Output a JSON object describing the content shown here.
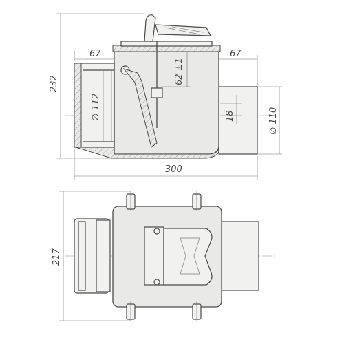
{
  "dimensions": {
    "top_left_width": "67",
    "top_right_width": "67",
    "flap_offset": "62 ±1",
    "inlet_diameter": "∅ 112",
    "outlet_diameter": "∅ 110",
    "step_height": "18",
    "total_height": "232",
    "total_length": "300",
    "plan_width": "217"
  },
  "colors": {
    "body_fill": "#e9eae8",
    "line": "#4a4a4a"
  }
}
